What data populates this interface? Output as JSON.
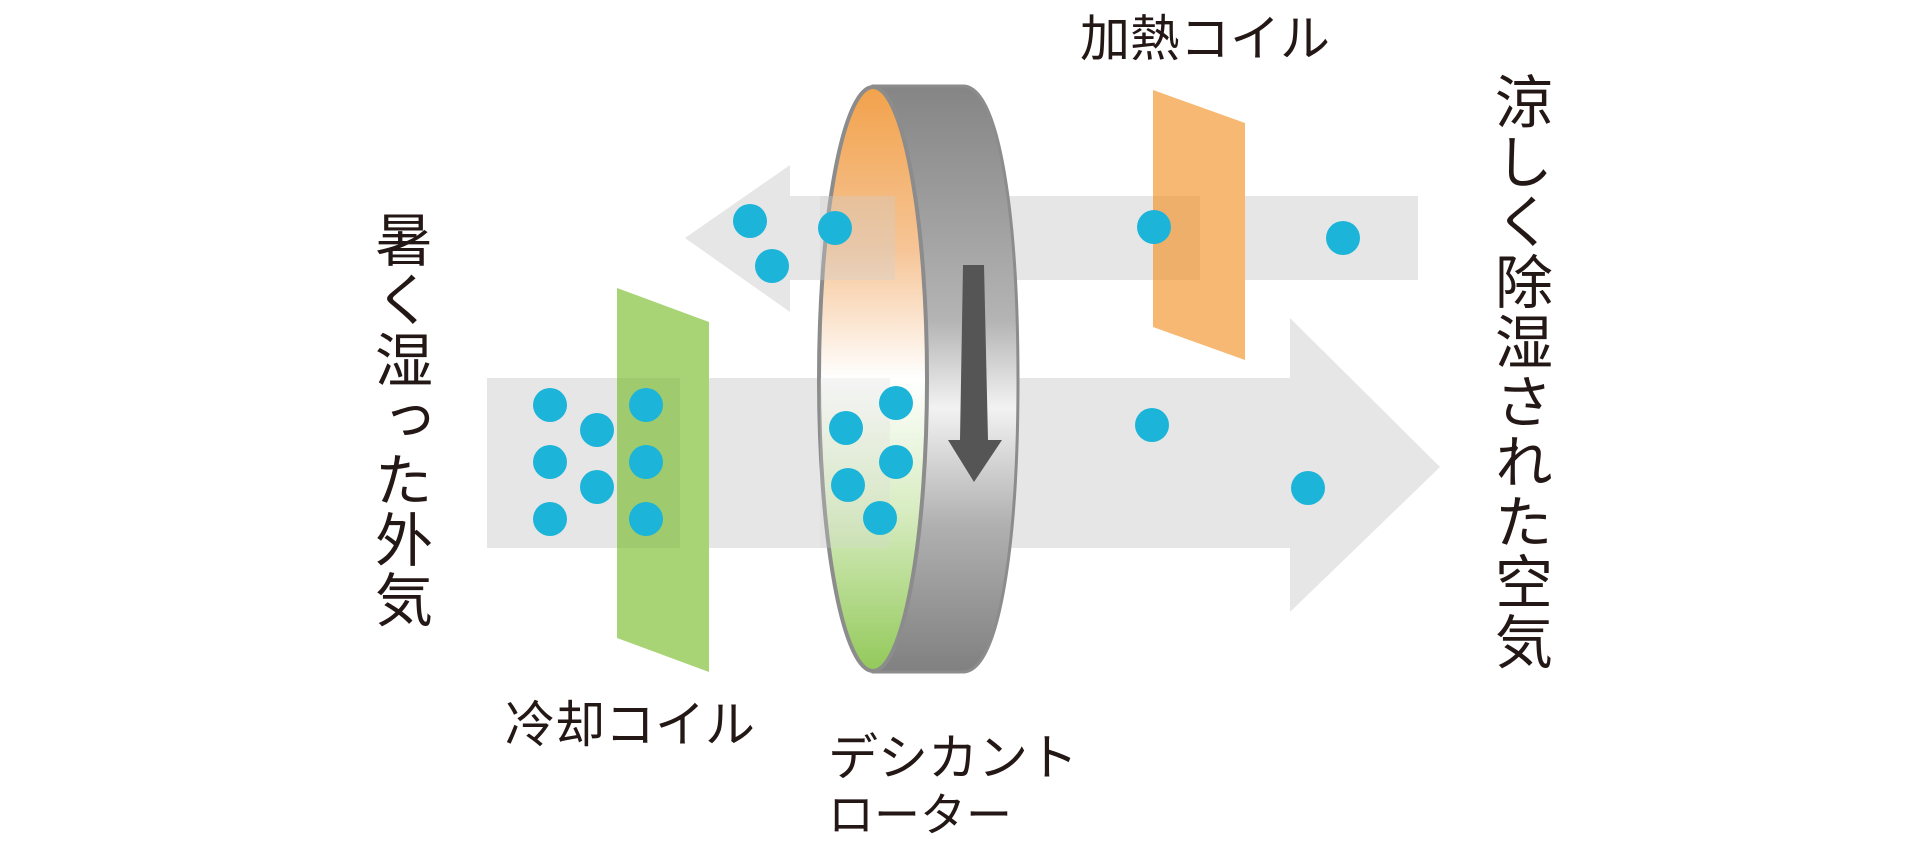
{
  "labels": {
    "inlet_air": "暑く湿った外気",
    "outlet_air": "涼しく除湿された空気",
    "heating_coil": "加熱コイル",
    "cooling_coil": "冷却コイル",
    "rotor_line1": "デシカント",
    "rotor_line2": "ローター"
  },
  "colors": {
    "arrow_gray": "#e6e6e6",
    "water_dot": "#1cb4d8",
    "heating_coil": "#f6b873",
    "cooling_coil": "#a8d476",
    "rotor_rim": "#8c8c8c",
    "rotation_arrow": "#555555",
    "text": "#231815"
  },
  "icons": {
    "water_molecule": "circle",
    "rotation_direction": "down-arrow"
  }
}
